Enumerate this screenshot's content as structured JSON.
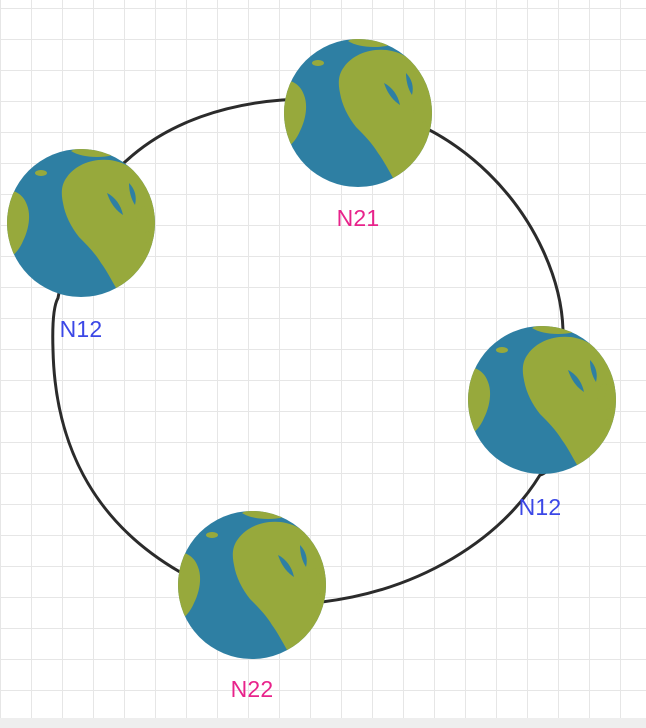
{
  "nodes": [
    {
      "id": "n21",
      "label": "N21",
      "label_color": "#e8238b",
      "icon": "globe-icon"
    },
    {
      "id": "n12-left",
      "label": "N12",
      "label_color": "#3b47e6",
      "icon": "globe-icon"
    },
    {
      "id": "n12-right",
      "label": "N12",
      "label_color": "#3b47e6",
      "icon": "globe-icon"
    },
    {
      "id": "n22",
      "label": "N22",
      "label_color": "#e8238b",
      "icon": "globe-icon"
    }
  ],
  "colors": {
    "ring": "#2b2b2b",
    "ocean": "#2e7fa3",
    "land": "#97a93c",
    "grid": "#e6e6e6"
  }
}
